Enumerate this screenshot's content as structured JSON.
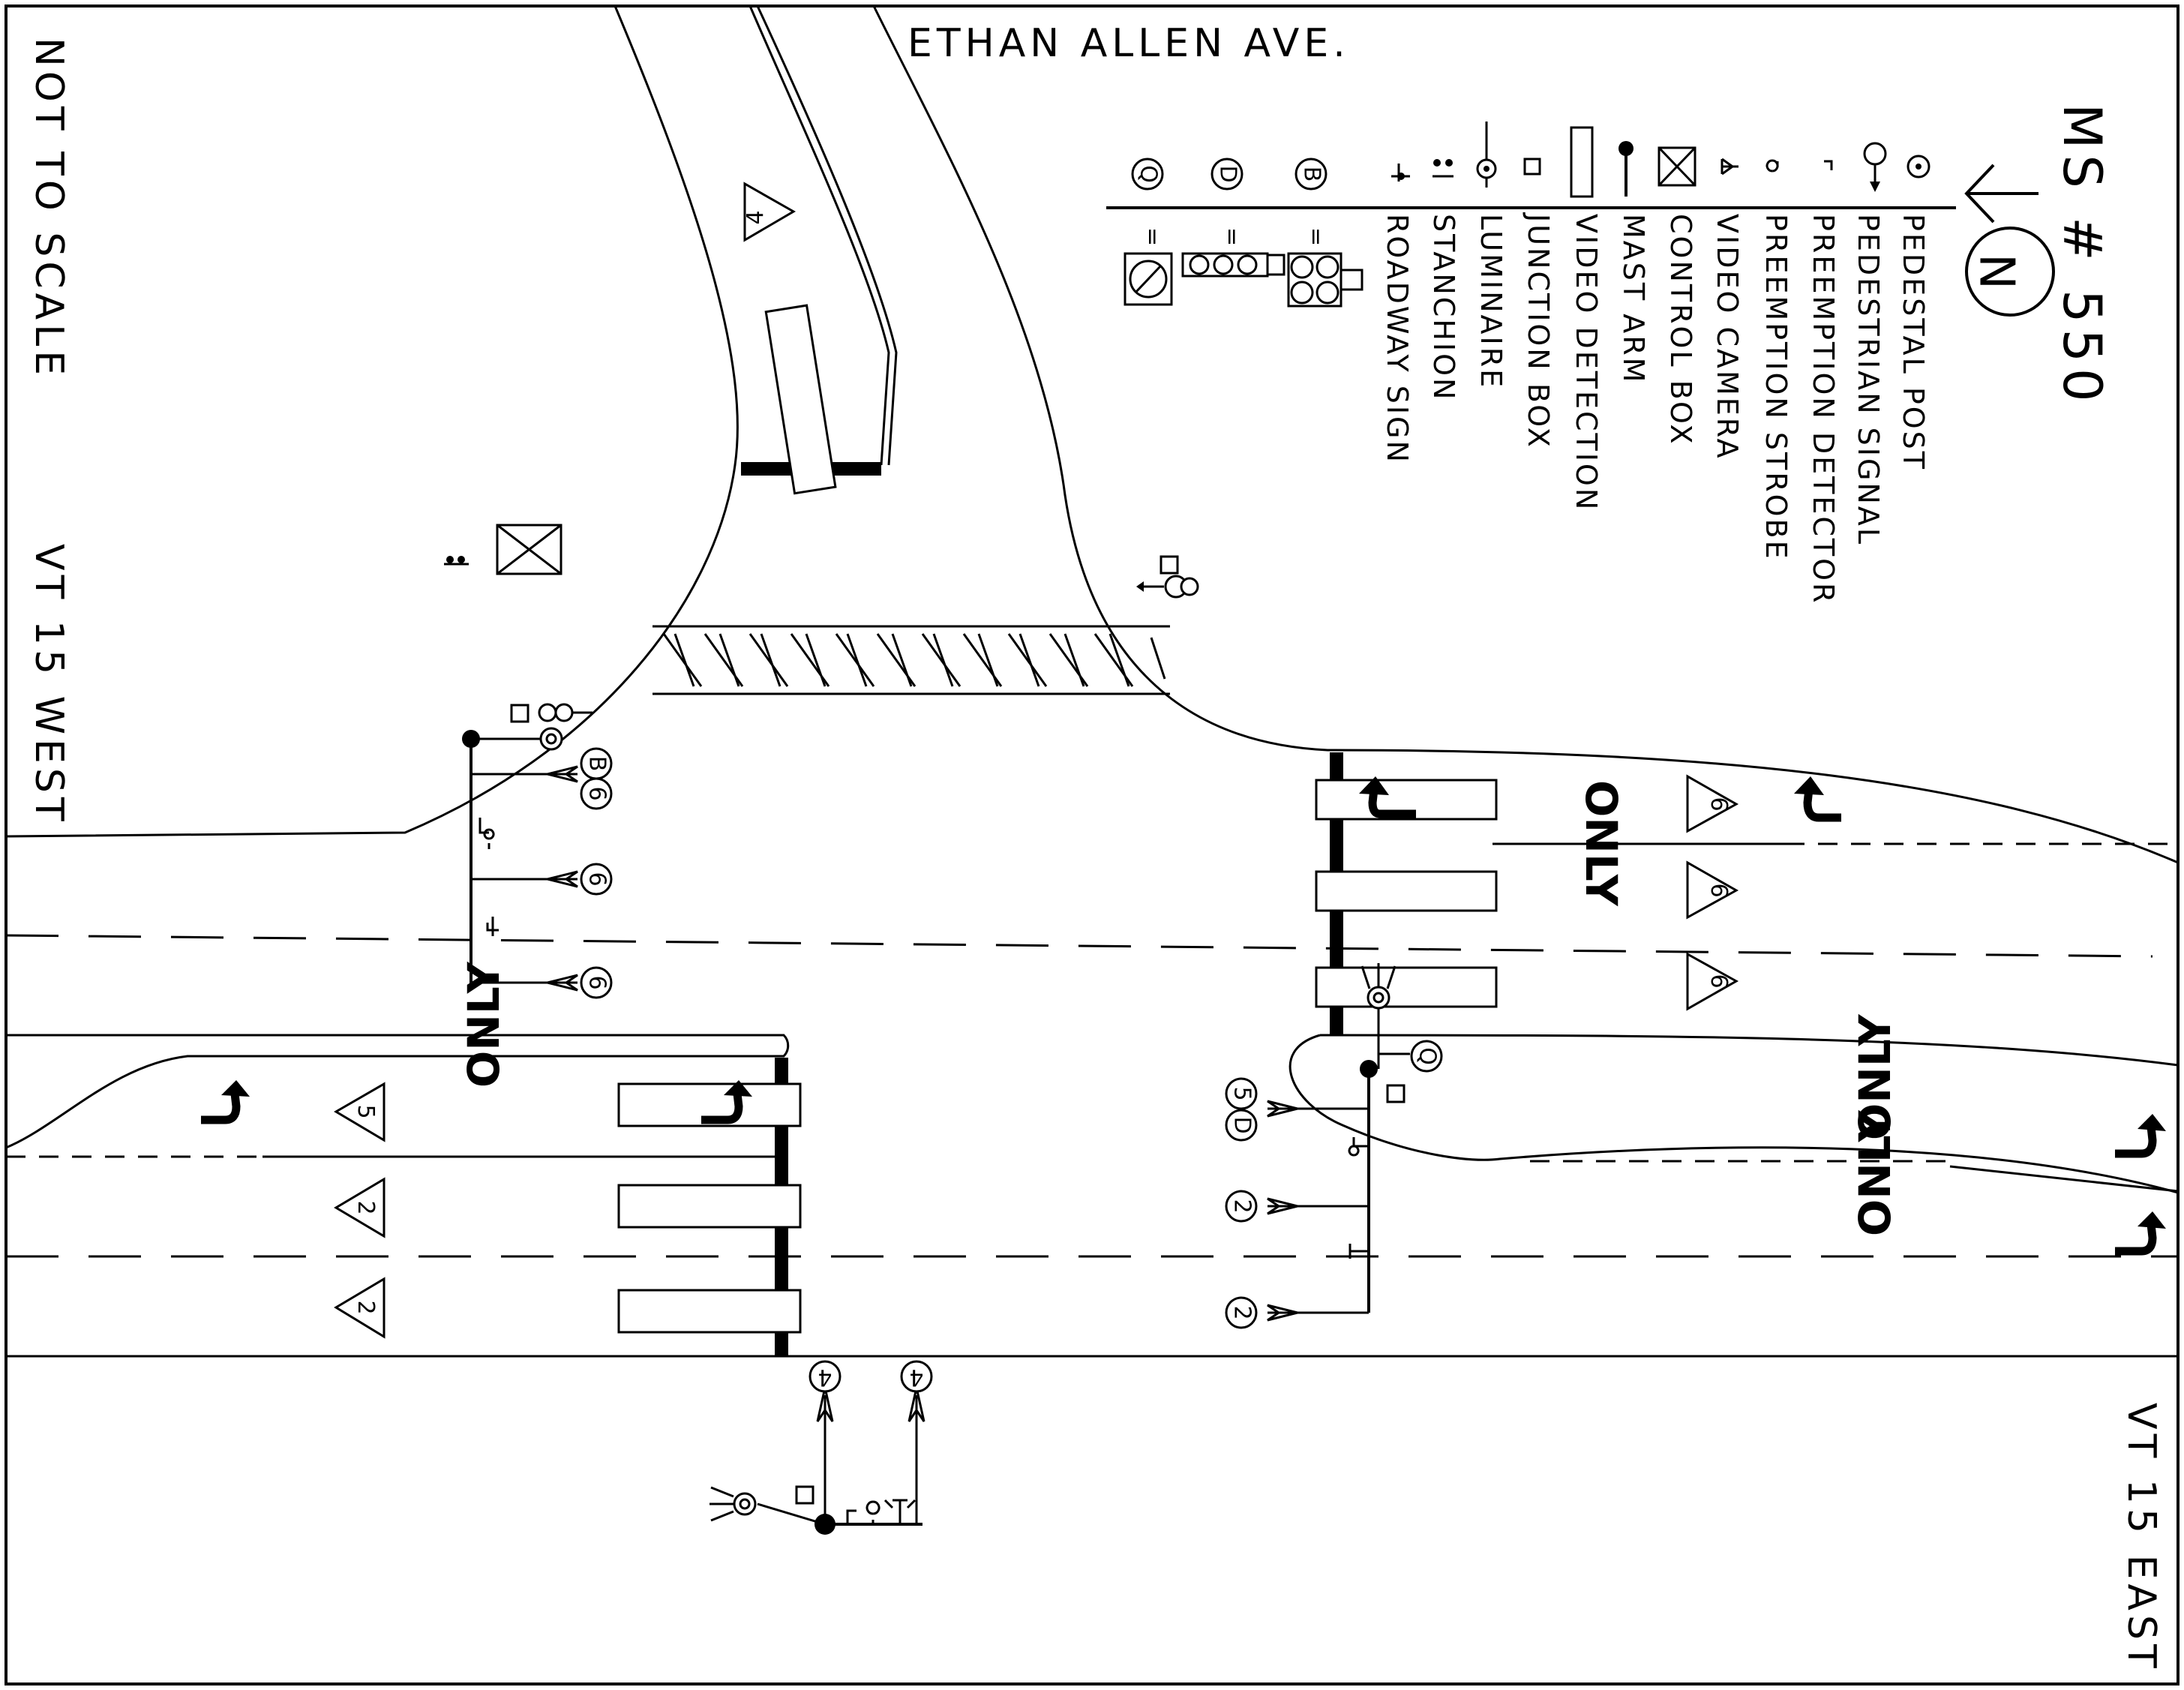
{
  "labels": {
    "street": "ETHAN ALLEN AVE.",
    "scale": "NOT TO SCALE",
    "west": "VT 15 WEST",
    "east": "VT 15 EAST",
    "ms": "MS # 550",
    "north": "N"
  },
  "legend": [
    {
      "name": "pedestal-post",
      "label": "PEDESTAL POST"
    },
    {
      "name": "pedestrian-signal",
      "label": "PEDESTRIAN SIGNAL"
    },
    {
      "name": "preemption-detector",
      "label": "PREEMPTION DETECTOR"
    },
    {
      "name": "preemption-strobe",
      "label": "PREEMPTION STROBE"
    },
    {
      "name": "video-camera",
      "label": "VIDEO CAMERA"
    },
    {
      "name": "control-box",
      "label": "CONTROL BOX"
    },
    {
      "name": "mast-arm",
      "label": "MAST ARM"
    },
    {
      "name": "video-detection",
      "label": "VIDEO DETECTION"
    },
    {
      "name": "junction-box",
      "label": "JUNCTION BOX"
    },
    {
      "name": "luminaire",
      "label": "LUMINAIRE"
    },
    {
      "name": "stanchion",
      "label": "STANCHION"
    },
    {
      "name": "roadway-sign",
      "label": "ROADWAY SIGN"
    }
  ],
  "signal_types": [
    "B",
    "D",
    "Q"
  ],
  "equals": "=",
  "pavement": {
    "only": "ONLY"
  },
  "phases": {
    "p2": "2",
    "p4": "4",
    "p5": "5",
    "p6": "6",
    "p5d": "5D",
    "p6b": "6B",
    "q": "Q"
  },
  "jb": "JB"
}
